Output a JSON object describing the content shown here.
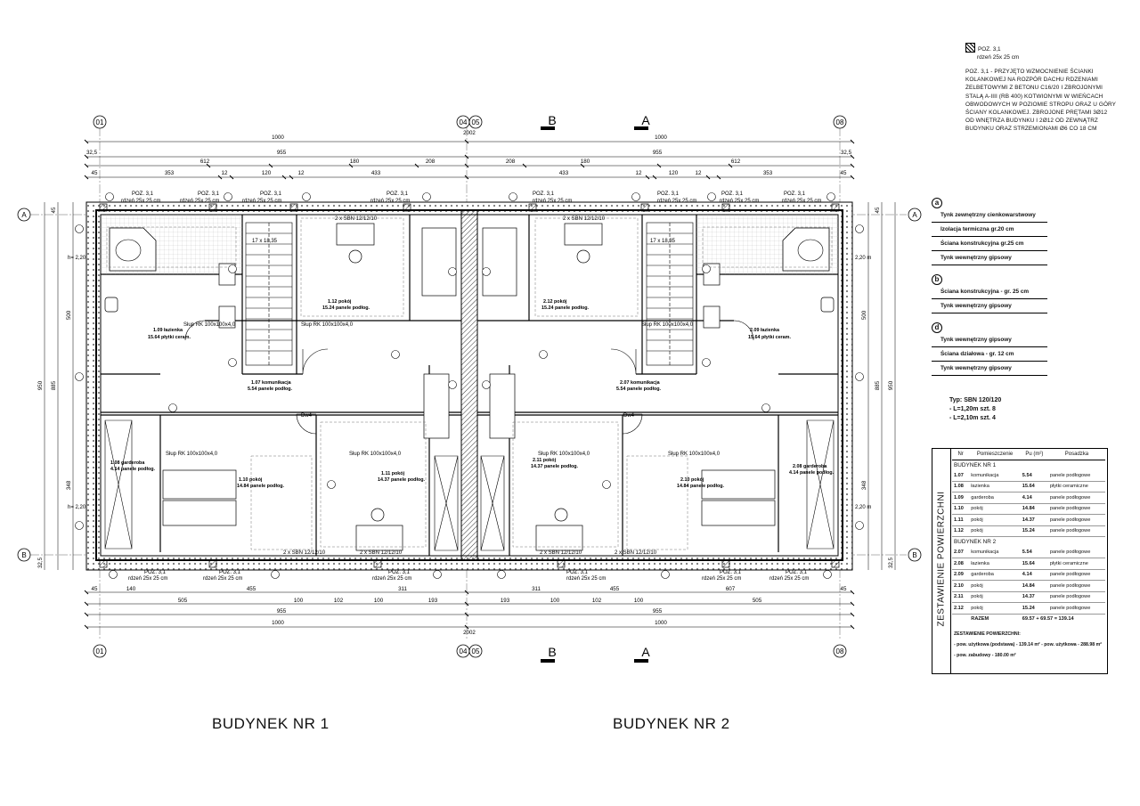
{
  "axes": {
    "left": "01",
    "mid_a": "04",
    "mid_b": "05",
    "right": "08",
    "row_a": "A",
    "row_b": "B"
  },
  "sections": {
    "b": "B",
    "a": "A"
  },
  "dims": {
    "top_total_1": "1000",
    "top_total_2": "1000",
    "top_mid": "2002",
    "top_955_1": "955",
    "top_955_2": "955",
    "top_325_1": "32,5",
    "top_325_2": "32,5",
    "top_row3_l": [
      "612",
      "180",
      "208"
    ],
    "top_row3_r": [
      "208",
      "180",
      "612"
    ],
    "top_row4_l": [
      "45",
      "353",
      "12",
      "120",
      "12",
      "433"
    ],
    "top_row4_r": [
      "433",
      "12",
      "120",
      "12",
      "353",
      "45"
    ],
    "bot_total_1": "1000",
    "bot_total_2": "1000",
    "bot_mid": "2002",
    "bot_955_1": "955",
    "bot_955_2": "955",
    "bot_row4_l": [
      "45",
      "140",
      "455",
      "311"
    ],
    "bot_row4_r": [
      "311",
      "455",
      "607",
      "45"
    ],
    "bot_row3_l": [
      "505",
      "100",
      "102",
      "100",
      "193"
    ],
    "bot_row3_r": [
      "193",
      "100",
      "102",
      "100",
      "505"
    ],
    "side_950": "950",
    "side_885": "885",
    "side_500": "500",
    "side_348": "348",
    "side_45": "45",
    "side_325": "32,5",
    "level_220": "h= 2,20 m",
    "level_220_r": "2,20 m"
  },
  "rooms_b1": [
    {
      "id": "1.09 łazienka",
      "area": "15.64 płytki ceram."
    },
    {
      "id": "1.12 pokój",
      "area": "15.24 panele podłog."
    },
    {
      "id": "1.07 komunikacja",
      "area": "5.54 panele podłog."
    },
    {
      "id": "1.08 garderoba",
      "area": "4.14 panele podłog."
    },
    {
      "id": "1.10 pokój",
      "area": "14.84 panele podłog."
    },
    {
      "id": "1.11 pokój",
      "area": "14.37 panele podłog."
    }
  ],
  "rooms_b2": [
    {
      "id": "2.12 pokój",
      "area": "15.24 panele podłog."
    },
    {
      "id": "2.09 łazienka",
      "area": "15.64 płytki ceram."
    },
    {
      "id": "2.07 komunikacja",
      "area": "5.54 panele podłog."
    },
    {
      "id": "2.11 pokój",
      "area": "14.37 panele podłog."
    },
    {
      "id": "2.10 pokój",
      "area": "14.84 panele podłog."
    },
    {
      "id": "2.08 garderoba",
      "area": "4.14 panele podłog."
    }
  ],
  "plan_labels": {
    "poz": "POZ. 3,1",
    "rdzen": "rdzeń 25x 25 cm",
    "slup": "Słup RK 100x100x4,0",
    "sbn": "2 x SBN 12/12/10",
    "stairs": "17 x 18,35",
    "door": "Dw4"
  },
  "legend": {
    "symbol_line1": "POZ. 3,1",
    "symbol_line2": "rdzeń 25x 25 cm",
    "note": "POZ. 3,1 - PRZYJĘTO WZMOCNIENIE ŚCIANKI KOLANKOWEJ NA ROZPÓR DACHU RDZENIAMI ŻELBETOWYMI Z BETONU C16/20 I ZBROJONYMI STALĄ A-IIIi (RB 400) KOTWIONYMI W WIEŃCACH OBWODOWYCH W POZIOMIE STROPU ORAZ U GÓRY ŚCIANY KOLANKOWEJ. ZBROJONE PRĘTAMI 3Ø12 OD WNĘTRZA BUDYNKU I 2Ø12 OD ZEWNĄTRZ BUDYNKU ORAZ STRZEMIONAMI Ø6 co 18 cm"
  },
  "layers": [
    {
      "key": "a",
      "rows": [
        "Tynk zewnętrzny cienkowarstwowy",
        "Izolacja termiczna gr.20 cm",
        "Ściana konstrukcyjna gr.25 cm",
        "Tynk wewnętrzny gipsowy"
      ]
    },
    {
      "key": "b",
      "rows": [
        "Ściana konstrukcyjna - gr. 25 cm",
        "Tynk wewnętrzny gipsowy"
      ]
    },
    {
      "key": "d",
      "rows": [
        "Tynk wewnętrzny gipsowy",
        "Ściana działowa - gr. 12 cm",
        "Tynk wewnętrzny gipsowy"
      ]
    }
  ],
  "sbn_block": {
    "title": "Typ: SBN 120/120",
    "line1": "- L=1,20m szt. 8",
    "line2": "- L=2,10m szt. 4"
  },
  "table": {
    "side_title": "ZESTAWIENIE POWIERZCHNI",
    "headers": [
      "Nr",
      "Pomieszczenie",
      "Pu (m²)",
      "Posadzka"
    ],
    "groups": [
      {
        "name": "BUDYNEK NR 1",
        "rows": [
          [
            "1.07",
            "komunikacja",
            "5.54",
            "panele podłogowe"
          ],
          [
            "1.08",
            "łazienka",
            "15.64",
            "płytki ceramiczne"
          ],
          [
            "1.09",
            "garderoba",
            "4.14",
            "panele podłogowe"
          ],
          [
            "1.10",
            "pokój",
            "14.84",
            "panele podłogowe"
          ],
          [
            "1.11",
            "pokój",
            "14.37",
            "panele podłogowe"
          ],
          [
            "1.12",
            "pokój",
            "15.24",
            "panele podłogowe"
          ]
        ]
      },
      {
        "name": "BUDYNEK NR 2",
        "rows": [
          [
            "2.07",
            "komunikacja",
            "5.54",
            "panele podłogowe"
          ],
          [
            "2.08",
            "łazienka",
            "15.64",
            "płytki ceramiczne"
          ],
          [
            "2.09",
            "garderoba",
            "4.14",
            "panele podłogowe"
          ],
          [
            "2.10",
            "pokój",
            "14.84",
            "panele podłogowe"
          ],
          [
            "2.11",
            "pokój",
            "14.37",
            "panele podłogowe"
          ],
          [
            "2.12",
            "pokój",
            "15.24",
            "panele podłogowe"
          ]
        ]
      }
    ],
    "total_label": "RAZEM",
    "total_value": "69.57 + 69.57 = 139.14",
    "summary_title": "ZESTAWIENIE POWIERZCHNI:",
    "summary_line1": "- pow. użytkowa (podstawa) - 139.14 m²   - pow. użytkowa - 288.98 m²",
    "summary_line2": "- pow. zabudowy - 180.00 m²"
  },
  "building_names": {
    "b1": "BUDYNEK NR 1",
    "b2": "BUDYNEK NR 2"
  }
}
